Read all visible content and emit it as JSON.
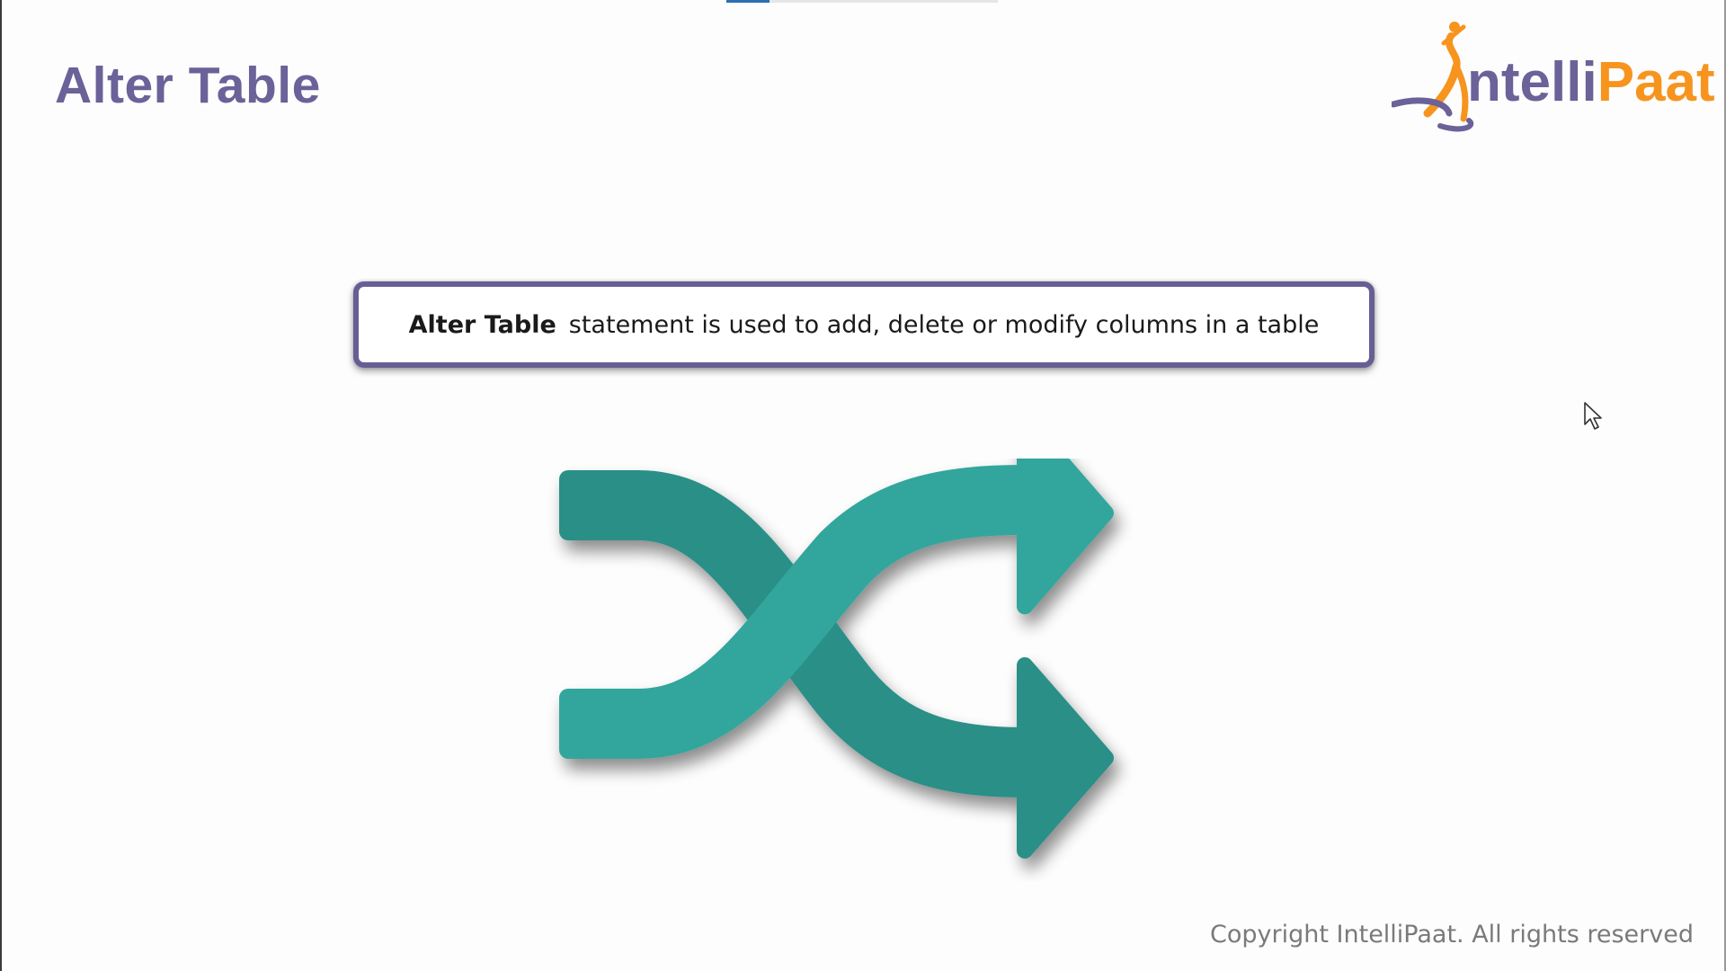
{
  "slide": {
    "title": "Alter Table",
    "definition_bold": "Alter Table",
    "definition_rest": "statement is used to add, delete or modify columns in a table",
    "copyright": "Copyright IntelliPaat. All rights reserved"
  },
  "logo": {
    "text": "IntelliPaat",
    "name_dark": "ntelli",
    "name_accent": "Paat",
    "colors": {
      "primary": "#6a6298",
      "accent": "#f7941e"
    }
  },
  "illustration": {
    "icon": "shuffle-arrows-icon",
    "colors": {
      "front": "#33a69c",
      "back": "#2b8f87"
    }
  },
  "player": {
    "progress": 0.16
  },
  "colors": {
    "title": "#6a6298",
    "box_border": "#675e95",
    "text": "#1a1a1a",
    "muted": "#7a7a7a"
  }
}
